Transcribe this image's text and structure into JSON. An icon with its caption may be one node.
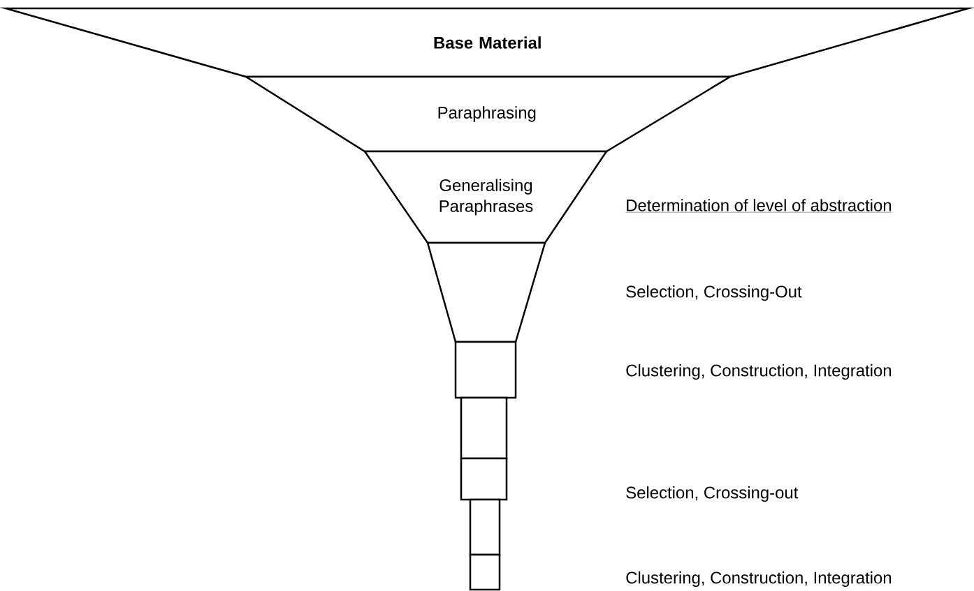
{
  "diagram": {
    "nodes": [
      {
        "text": [
          "Base Material"
        ]
      },
      {
        "text": [
          "Paraphrasing"
        ]
      },
      {
        "text": [
          "Generalising Paraphrases"
        ]
      },
      {
        "text": [],
        "shape": "trapezoid"
      },
      {
        "text": [],
        "shape": "box"
      },
      {
        "text": [],
        "shape": "box"
      },
      {
        "text": [],
        "shape": "box"
      },
      {
        "text": [],
        "shape": "box"
      },
      {
        "text": [],
        "shape": "box"
      }
    ],
    "labels": [
      "Determination of level of abstraction",
      "Selection, Crossing-Out",
      "Clustering, Construction, Integration",
      "Selection, Crossing-out",
      "Clustering, Construction, Integration"
    ]
  }
}
